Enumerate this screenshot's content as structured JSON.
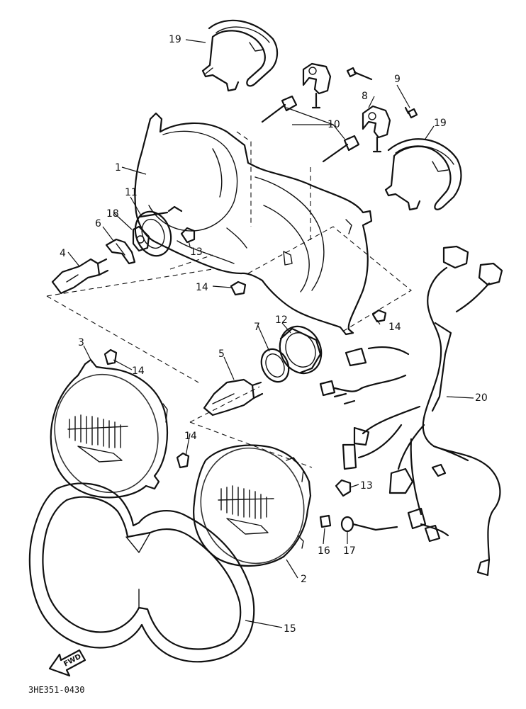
{
  "diagram": {
    "drawing_code": "3HE351-0430",
    "direction_label": "FWD",
    "callouts": [
      {
        "id": "1",
        "label": "1"
      },
      {
        "id": "2",
        "label": "2"
      },
      {
        "id": "3",
        "label": "3"
      },
      {
        "id": "4",
        "label": "4"
      },
      {
        "id": "5",
        "label": "5"
      },
      {
        "id": "6",
        "label": "6"
      },
      {
        "id": "7",
        "label": "7"
      },
      {
        "id": "8",
        "label": "8"
      },
      {
        "id": "9",
        "label": "9"
      },
      {
        "id": "10",
        "label": "10"
      },
      {
        "id": "11",
        "label": "11"
      },
      {
        "id": "12",
        "label": "12"
      },
      {
        "id": "13a",
        "label": "13"
      },
      {
        "id": "13b",
        "label": "13"
      },
      {
        "id": "14a",
        "label": "14"
      },
      {
        "id": "14b",
        "label": "14"
      },
      {
        "id": "14c",
        "label": "14"
      },
      {
        "id": "14d",
        "label": "14"
      },
      {
        "id": "15",
        "label": "15"
      },
      {
        "id": "16",
        "label": "16"
      },
      {
        "id": "17",
        "label": "17"
      },
      {
        "id": "18",
        "label": "18"
      },
      {
        "id": "19a",
        "label": "19"
      },
      {
        "id": "19b",
        "label": "19"
      },
      {
        "id": "20",
        "label": "20"
      }
    ]
  }
}
